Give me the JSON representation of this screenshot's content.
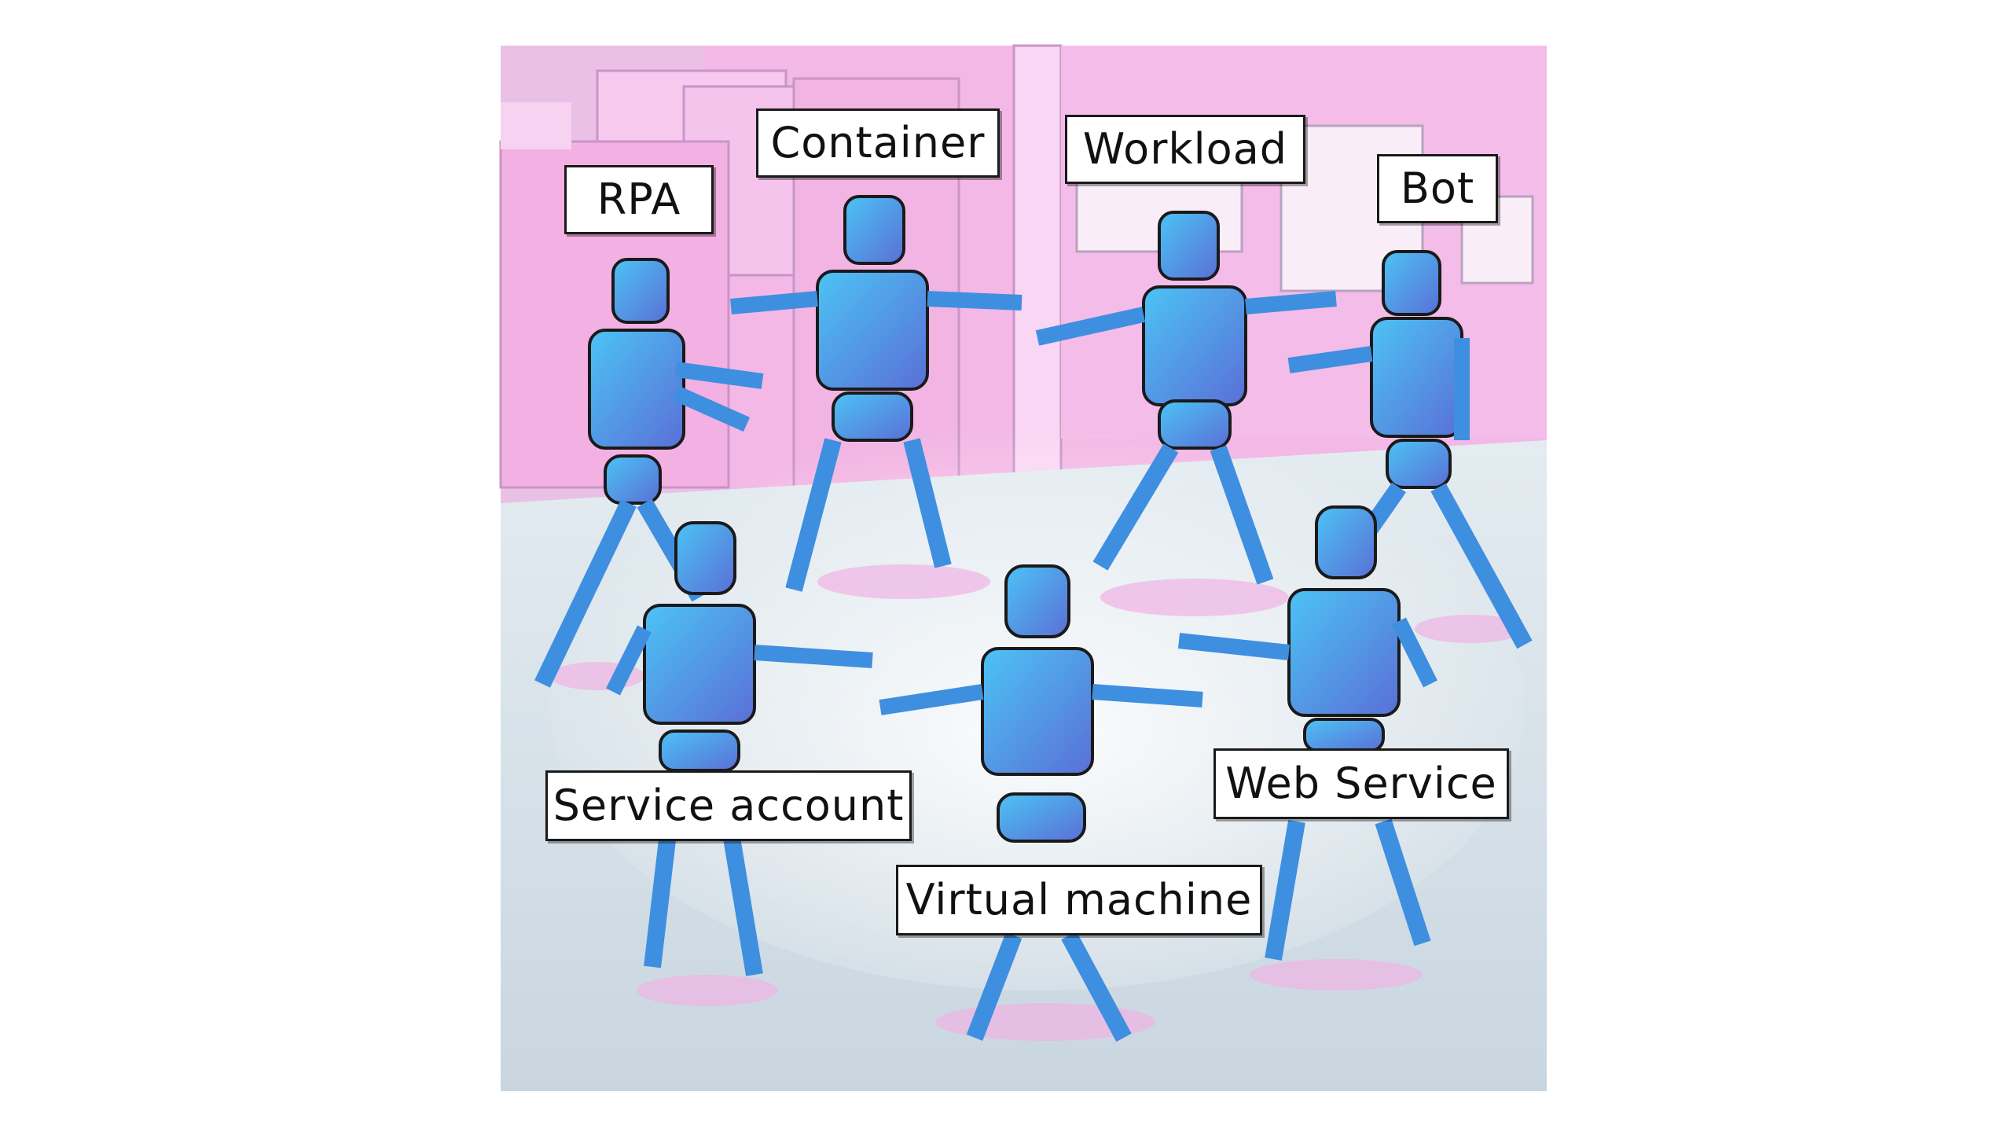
{
  "illustration": {
    "description_icon": "robot-circle-illustration",
    "colors": {
      "wall_pink": "#f3b8e6",
      "floor_grey": "#d9e4ec",
      "robot_blue": "#3aa6e8",
      "robot_shade": "#5a6fd6",
      "outline": "#1a1a1a"
    },
    "labels": {
      "rpa": "RPA",
      "container": "Container",
      "workload": "Workload",
      "bot": "Bot",
      "service_account": "Service account",
      "web_service": "Web Service",
      "virtual_machine": "Virtual machine"
    }
  }
}
